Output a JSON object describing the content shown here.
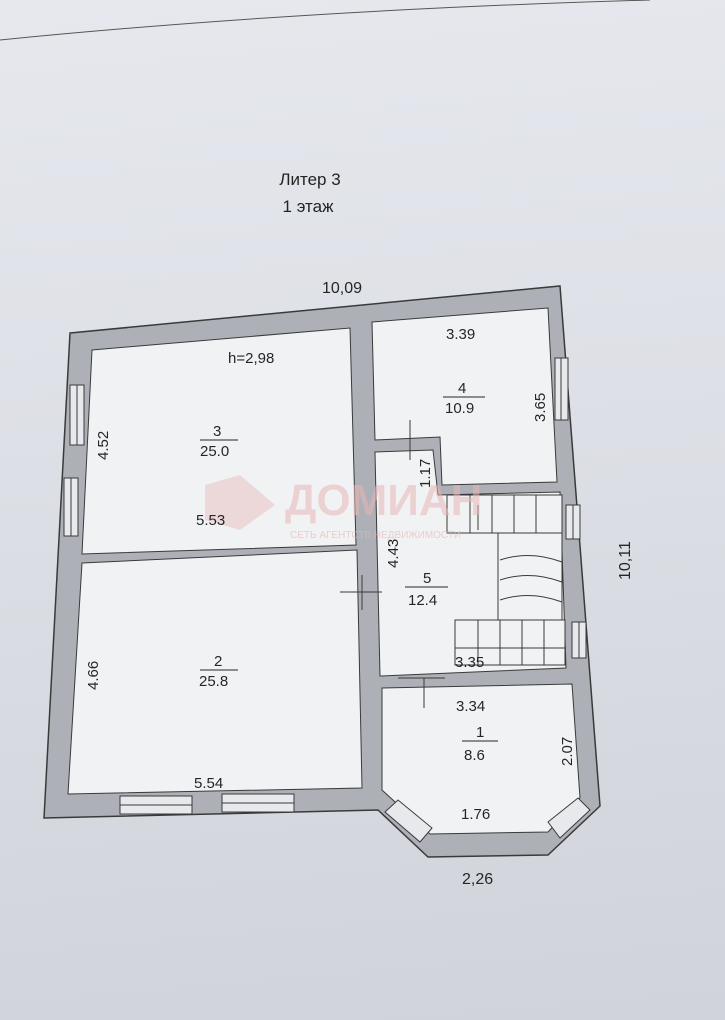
{
  "header": {
    "title": "Литер 3",
    "subtitle": "1 этаж"
  },
  "dimensions": {
    "top_width": "10,09",
    "right_height": "10,11",
    "bay_bottom": "2,26",
    "ceiling_height": "h=2,98"
  },
  "rooms": [
    {
      "id": "1",
      "number": "1",
      "area": "8.6",
      "width": "3.34",
      "height": "2.07",
      "extra": "1.76"
    },
    {
      "id": "2",
      "number": "2",
      "area": "25.8",
      "width": "5.54",
      "height": "4.66"
    },
    {
      "id": "3",
      "number": "3",
      "area": "25.0",
      "width": "5.53",
      "height": "4.52"
    },
    {
      "id": "4",
      "number": "4",
      "area": "10.9",
      "width": "3.39",
      "height": "3.65"
    },
    {
      "id": "5",
      "number": "5",
      "area": "12.4",
      "width": "3.35",
      "height": "4.43",
      "extra": "1.17"
    }
  ],
  "watermark": {
    "brand": "ДОМИАН",
    "tagline": "СЕТЬ АГЕНТСТВ НЕДВИЖИМОСТИ"
  },
  "colors": {
    "wall": "#adb0b6",
    "wall_stroke": "#3a3a3a",
    "room_fill": "#f1f2f4",
    "watermark": "#e9b7b7"
  }
}
